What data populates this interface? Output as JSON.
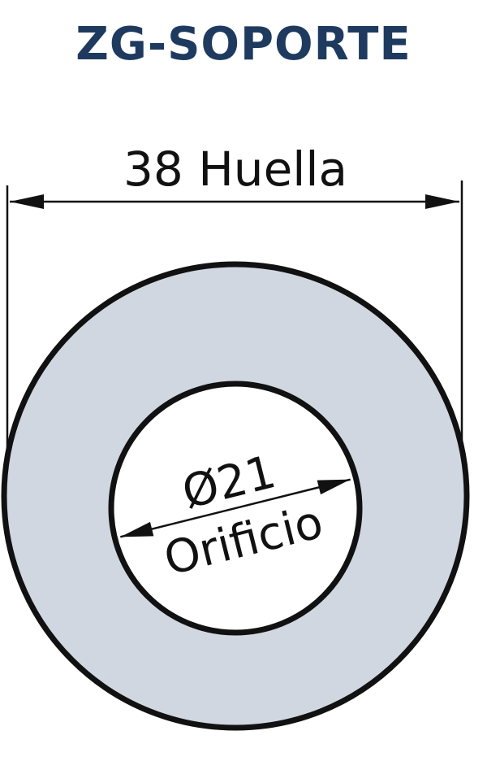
{
  "title": "ZG-SOPORTE",
  "outer_dimension": {
    "value": "38",
    "label": "Huella",
    "text": "38 Huella"
  },
  "inner_dimension": {
    "value": "Ø21",
    "label": "Orificio"
  },
  "colors": {
    "title": "#1e3a5f",
    "ring_fill": "#d0d7e0",
    "hole_fill": "#ffffff",
    "line": "#111111"
  }
}
